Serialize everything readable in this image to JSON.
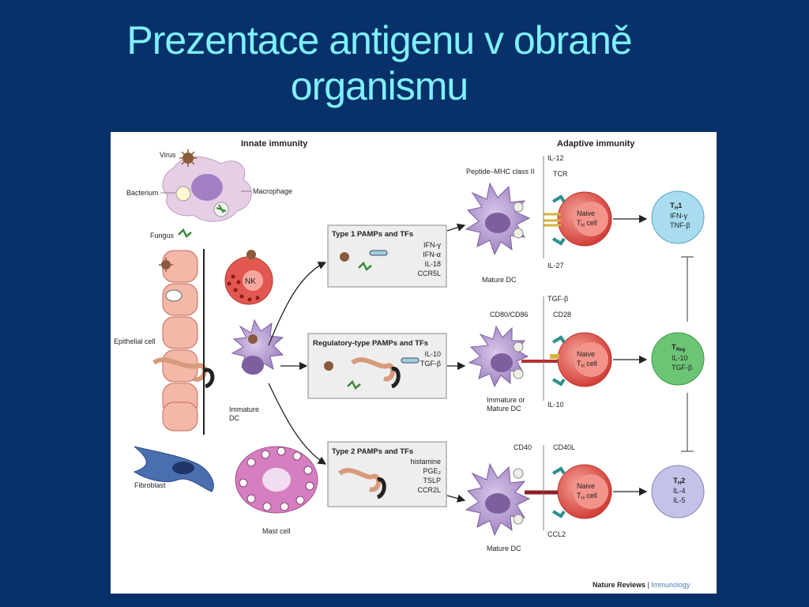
{
  "slide": {
    "title_line1": "Prezentace antigenu v obraně",
    "title_line2": "organismu"
  },
  "figure": {
    "header_innate": "Innate immunity",
    "header_adaptive": "Adaptive immunity",
    "innate": {
      "virus": "Virus",
      "bacterium": "Bacterium",
      "macrophage": "Macrophage",
      "fungus": "Fungus",
      "nk": "NK",
      "epithelial": "Epithelial cell",
      "immature_dc_l1": "Immature",
      "immature_dc_l2": "DC",
      "fibroblast": "Fibroblast",
      "mast": "Mast cell"
    },
    "boxes": [
      {
        "title": "Type 1 PAMPs and TFs",
        "items": [
          "IFN-γ",
          "IFN-α",
          "IL-18",
          "CCR5L"
        ]
      },
      {
        "title": "Regulatory-type PAMPs and TFs",
        "items": [
          "IL-10",
          "TGF-β"
        ]
      },
      {
        "title": "Type 2 PAMPs and TFs",
        "items": [
          "histamine",
          "PGE₂",
          "TSLP",
          "CCR2L"
        ]
      }
    ],
    "adaptive": {
      "r1": {
        "peptide": "Peptide–MHC class II",
        "il12": "IL-12",
        "tcr": "TCR",
        "il27": "IL-27",
        "dc": "Mature DC"
      },
      "r2": {
        "tgfb": "TGF-β",
        "cd80": "CD80/CD86",
        "cd28": "CD28",
        "il10": "IL-10",
        "dc_l1": "Immature or",
        "dc_l2": "Mature DC"
      },
      "r3": {
        "cd40": "CD40",
        "cd40l": "CD40L",
        "ccl2": "CCL2",
        "dc": "Mature DC"
      },
      "naive_l1": "Naive",
      "naive_l2": "T",
      "naive_sub": "H",
      "naive_l3": " cell"
    },
    "outputs": [
      {
        "main": "T",
        "sub": "H",
        "suffix": "1",
        "items": [
          "IFN-γ",
          "TNF-β"
        ],
        "color": "#a9dcef"
      },
      {
        "main": "T",
        "sub": "Reg",
        "suffix": "",
        "items": [
          "IL-10",
          "TGF-β"
        ],
        "color": "#6cc575"
      },
      {
        "main": "T",
        "sub": "H",
        "suffix": "2",
        "items": [
          "IL-4",
          "IL-5"
        ],
        "color": "#c4c2e6"
      }
    ],
    "credit_a": "Nature Reviews",
    "credit_sep": " | ",
    "credit_b": "Immunology",
    "colors": {
      "title": "#7ff0ff",
      "background": "#08316a",
      "dc": "#a98bc8",
      "naive": "#e2574f",
      "box": "#eeeeee"
    }
  }
}
